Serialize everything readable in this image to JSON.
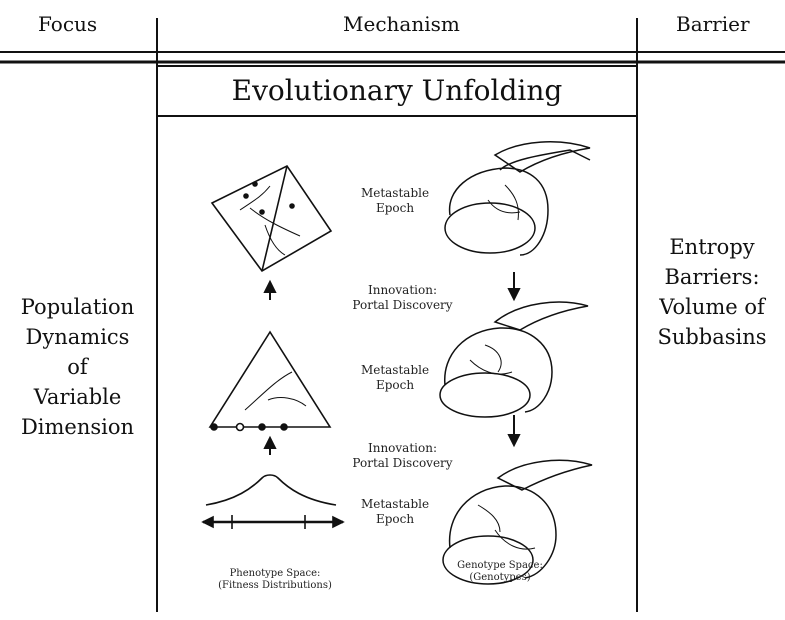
{
  "header": {
    "focus": "Focus",
    "mechanism": "Mechanism",
    "barrier": "Barrier"
  },
  "title": "Evolutionary Unfolding",
  "focus_text": [
    "Population",
    "Dynamics",
    "of",
    "Variable",
    "Dimension"
  ],
  "barrier_text": [
    "Entropy",
    "Barriers:",
    "Volume of",
    "Subbasins"
  ],
  "labels": {
    "metastable_epoch": [
      "Metastable",
      "Epoch"
    ],
    "innovation": [
      "Innovation:",
      "Portal Discovery"
    ]
  },
  "captions": {
    "phenotype": [
      "Phenotype Space:",
      "(Fitness Distributions)"
    ],
    "genotype": [
      "Genotype Space:",
      "(Genotypes)"
    ]
  }
}
